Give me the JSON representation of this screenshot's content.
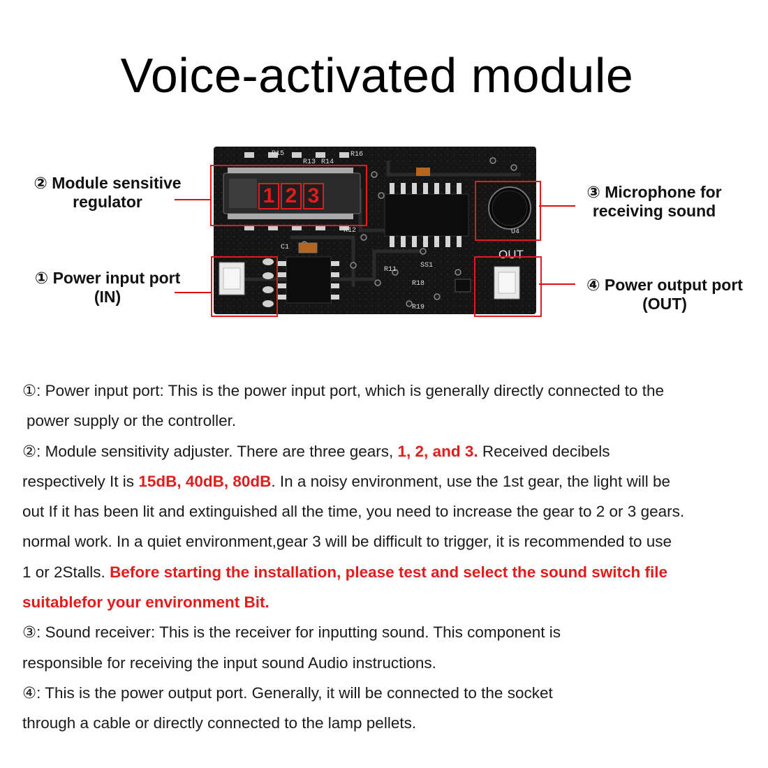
{
  "title": "Voice-activated module",
  "callouts": {
    "regulator": {
      "line1": "② Module sensitive",
      "line2": "regulator"
    },
    "microphone": {
      "line1": "③ Microphone for",
      "line2": "receiving sound"
    },
    "power_in": {
      "line1": "① Power input port",
      "line2": "(IN)"
    },
    "power_out": {
      "line1": "④ Power output port",
      "line2": "(OUT)"
    }
  },
  "board": {
    "gears": [
      "1",
      "2",
      "3"
    ],
    "out_label": "OUT",
    "silkscreen": [
      "R16",
      "R15",
      "R13",
      "R14",
      "C1",
      "R12",
      "R11",
      "R18",
      "R19",
      "SS1",
      "U4"
    ]
  },
  "description": {
    "p1_line1": "①: Power input port: This is the power input port, which is generally directly connected to the",
    "p1_line2": "power supply or the controller.",
    "p2_a": "②: Module sensitivity adjuster. There are three gears, ",
    "p2_gears": "1, 2, and 3.",
    "p2_b": " Received decibels",
    "p2_c": "respectively It is ",
    "p2_db": "15dB, 40dB, 80dB",
    "p2_d": ". In a noisy environment, use the 1st gear, the light will be",
    "p2_e": "out If it has been lit and extinguished all the time, you need to increase the gear to 2 or 3 gears.",
    "p2_f": "normal work. In a quiet environment,gear 3 will be difficult to trigger, it is recommended to use",
    "p2_g": "1 or 2Stalls. ",
    "p2_warn1": "Before starting the installation, please test and select the sound switch file",
    "p2_warn2": "suitablefor your environment Bit.",
    "p3_line1": "③: Sound receiver: This is the receiver for inputting sound. This component is",
    "p3_line2": "responsible for receiving the input sound Audio instructions.",
    "p4_line1": "④: This is the power output port. Generally, it will be connected to the socket",
    "p4_line2": "through a cable or directly connected to the lamp pellets."
  },
  "colors": {
    "accent": "#e31b1b",
    "board": "#151515"
  }
}
